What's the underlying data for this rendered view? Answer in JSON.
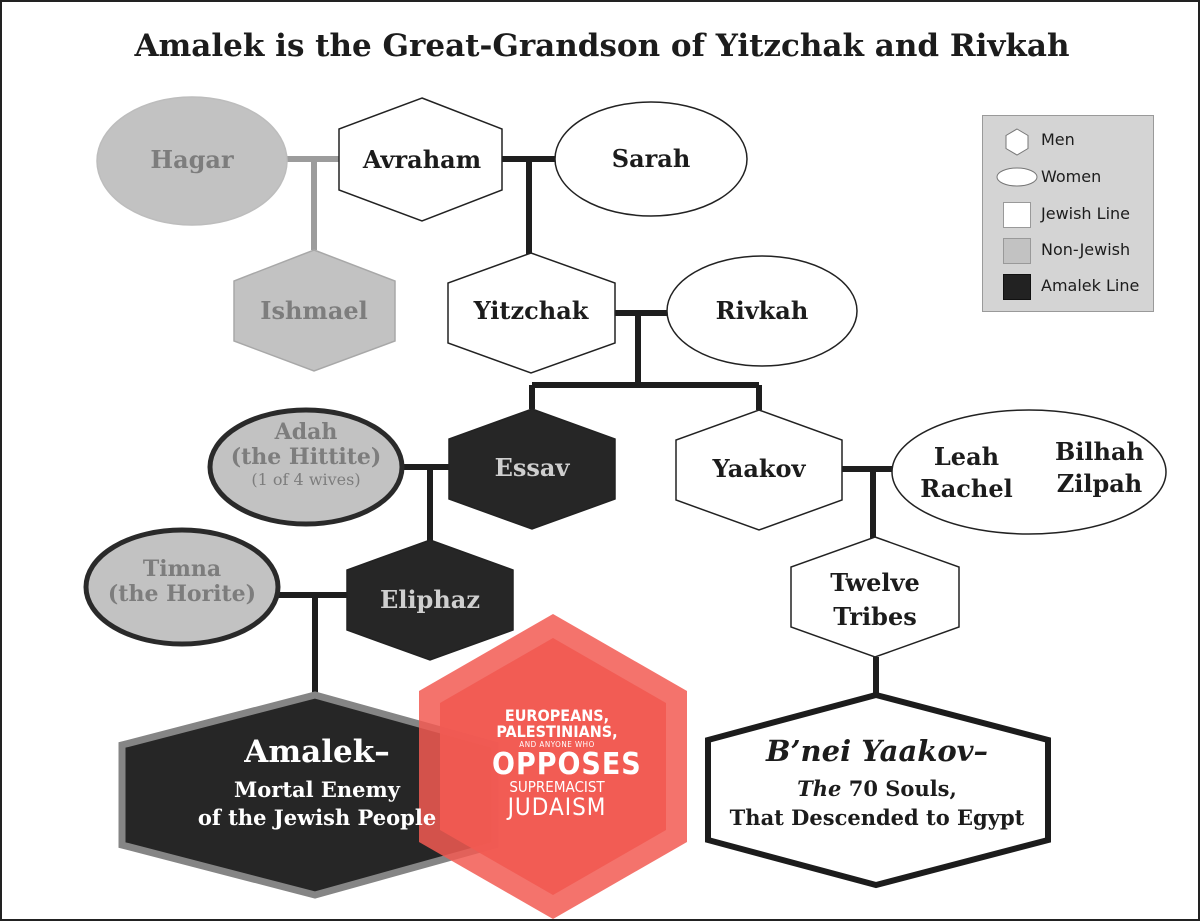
{
  "title": "Amalek is the Great-Grandson of Yitzchak and Rivkah",
  "colors": {
    "jewish": "#ffffff",
    "non_jewish": "#c2c2c2",
    "amalek": "#262626",
    "stroke": "#222222",
    "stamp": "#f25a52"
  },
  "nodes": {
    "hagar": "Hagar",
    "avraham": "Avraham",
    "sarah": "Sarah",
    "ishmael": "Ishmael",
    "yitzchak": "Yitzchak",
    "rivkah": "Rivkah",
    "adah": [
      "Adah",
      "(the Hittite)",
      "(1 of 4 wives)"
    ],
    "essav": "Essav",
    "yaakov": "Yaakov",
    "wives": [
      "Leah",
      "Rachel",
      "Bilhah",
      "Zilpah"
    ],
    "timna": [
      "Timna",
      "(the Horite)"
    ],
    "eliphaz": "Eliphaz",
    "twelve_tribes": [
      "Twelve",
      "Tribes"
    ],
    "amalek": [
      "Amalek–",
      "Mortal Enemy",
      "of the Jewish People"
    ],
    "bnei_yaakov": [
      "B’nei Yaakov–",
      "The",
      " 70 Souls,",
      "That Descended to Egypt"
    ]
  },
  "legend": [
    {
      "label": "Men",
      "icon": "hexagon-icon"
    },
    {
      "label": "Women",
      "icon": "ellipse-icon"
    },
    {
      "label": "Jewish Line",
      "icon": "white-square-icon"
    },
    {
      "label": "Non-Jewish",
      "icon": "gray-square-icon"
    },
    {
      "label": "Amalek Line",
      "icon": "black-square-icon"
    }
  ],
  "stamp": [
    "EUROPEANS,",
    "PALESTINIANS,",
    "AND ANYONE WHO",
    "OPPOSES",
    "SUPREMACIST",
    "JUDAISM"
  ]
}
